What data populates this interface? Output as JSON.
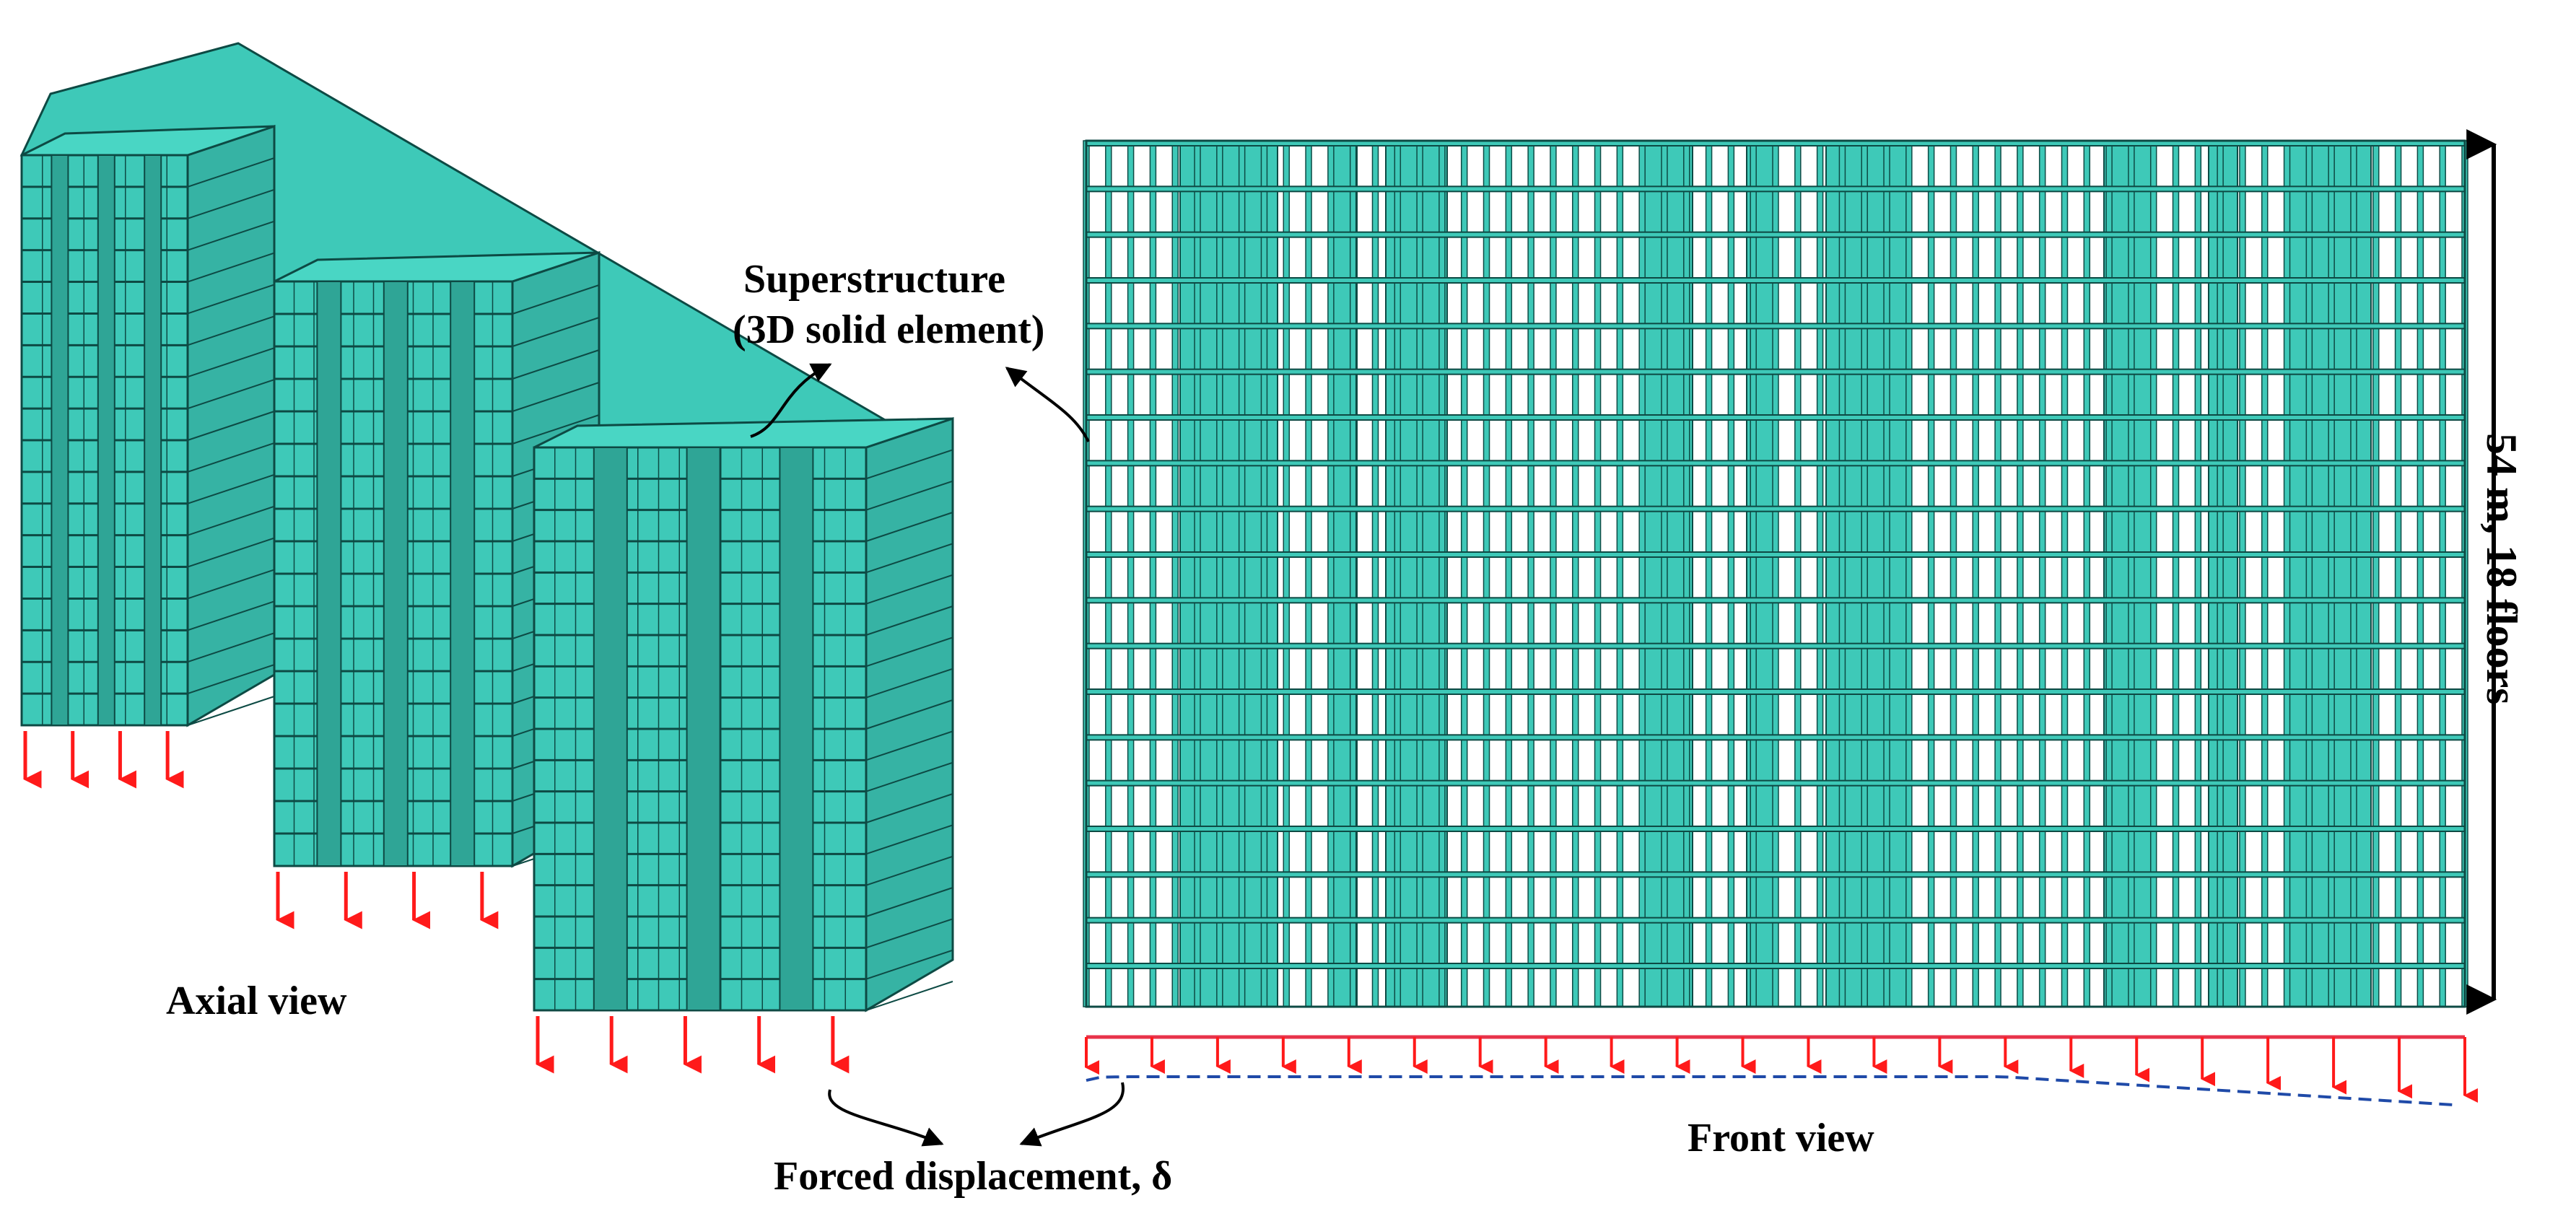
{
  "labels": {
    "axial_view": "Axial view",
    "superstructure_line1": "Superstructure",
    "superstructure_line2": "(3D solid element)",
    "forced_displacement": "Forced displacement, δ",
    "front_view": "Front view",
    "height": "54 m, 18 floors"
  },
  "model": {
    "floors": 18,
    "height_m": 54
  },
  "colors": {
    "mesh": "#3ec9b8",
    "mesh_line": "#0d4a44",
    "load_arrow": "#ff1a1a",
    "load_bar": "#e8324a",
    "settlement_line": "#1f4aa8",
    "ink": "#000000"
  }
}
